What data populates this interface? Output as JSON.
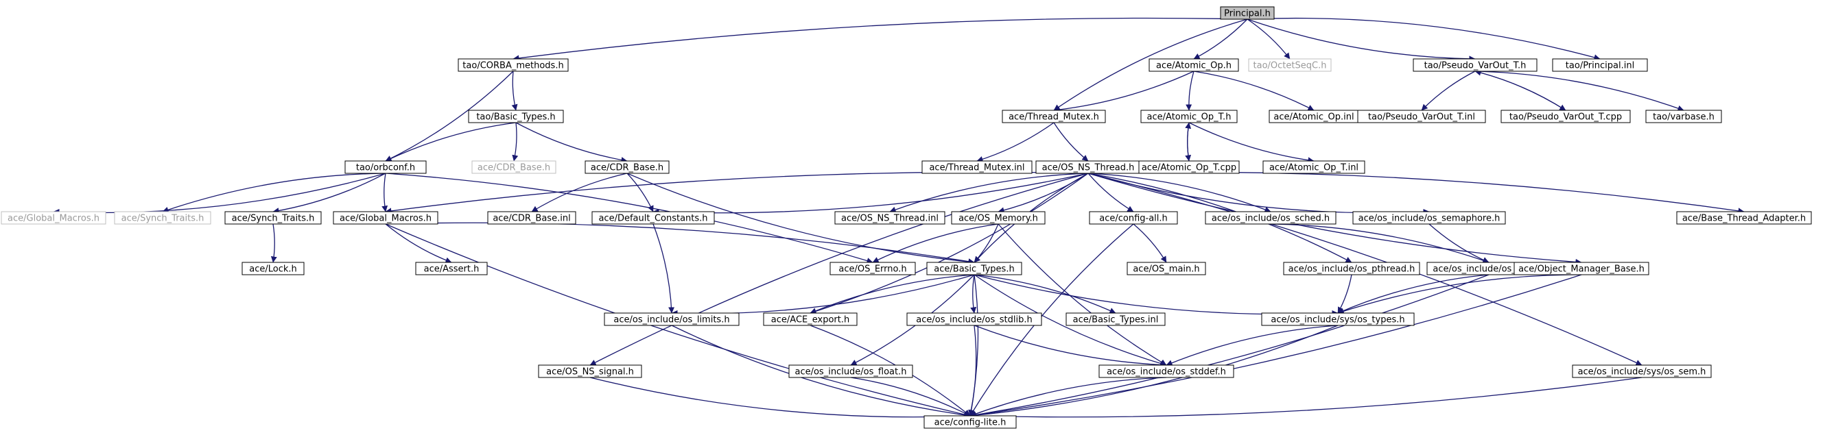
{
  "diagram": {
    "colors": {
      "edge": "#191970",
      "root_fill": "#bfbfbf",
      "node_border": "#000000",
      "missing_border": "#bfbfbf",
      "truncated_border": "#ff0000"
    },
    "nodes": [
      {
        "id": "principal_h",
        "label": "Principal.h",
        "kind": "root"
      },
      {
        "id": "tao_corba_methods_h",
        "label": "tao/CORBA_methods.h",
        "kind": "normal"
      },
      {
        "id": "ace_atomic_op_h",
        "label": "ace/Atomic_Op.h",
        "kind": "normal"
      },
      {
        "id": "tao_octetseqc_h",
        "label": "tao/OctetSeqC.h",
        "kind": "missing"
      },
      {
        "id": "tao_pseudo_varout_t_h",
        "label": "tao/Pseudo_VarOut_T.h",
        "kind": "normal"
      },
      {
        "id": "tao_principal_inl",
        "label": "tao/Principal.inl",
        "kind": "normal"
      },
      {
        "id": "tao_basic_types_h",
        "label": "tao/Basic_Types.h",
        "kind": "normal"
      },
      {
        "id": "ace_thread_mutex_h",
        "label": "ace/Thread_Mutex.h",
        "kind": "normal"
      },
      {
        "id": "ace_atomic_op_t_h",
        "label": "ace/Atomic_Op_T.h",
        "kind": "normal"
      },
      {
        "id": "ace_atomic_op_inl",
        "label": "ace/Atomic_Op.inl",
        "kind": "normal"
      },
      {
        "id": "tao_pseudo_varout_t_inl",
        "label": "tao/Pseudo_VarOut_T.inl",
        "kind": "normal"
      },
      {
        "id": "tao_pseudo_varout_t_cpp",
        "label": "tao/Pseudo_VarOut_T.cpp",
        "kind": "normal"
      },
      {
        "id": "tao_varbase_h",
        "label": "tao/varbase.h",
        "kind": "normal"
      },
      {
        "id": "tao_orbconf_h",
        "label": "tao/orbconf.h",
        "kind": "normal"
      },
      {
        "id": "ace_cdr_base_h_missing",
        "label": "ace/CDR_Base.h",
        "kind": "missing"
      },
      {
        "id": "ace_cdr_base_h",
        "label": "ace/CDR_Base.h",
        "kind": "normal"
      },
      {
        "id": "ace_thread_mutex_inl",
        "label": "ace/Thread_Mutex.inl",
        "kind": "normal"
      },
      {
        "id": "ace_os_ns_thread_h",
        "label": "ace/OS_NS_Thread.h",
        "kind": "normal"
      },
      {
        "id": "ace_atomic_op_t_cpp",
        "label": "ace/Atomic_Op_T.cpp",
        "kind": "normal"
      },
      {
        "id": "ace_atomic_op_t_inl",
        "label": "ace/Atomic_Op_T.inl",
        "kind": "truncated"
      },
      {
        "id": "ace_global_macros_h_missing",
        "label": "ace/Global_Macros.h",
        "kind": "missing"
      },
      {
        "id": "ace_synch_traits_h_missing",
        "label": "ace/Synch_Traits.h",
        "kind": "missing"
      },
      {
        "id": "ace_synch_traits_h",
        "label": "ace/Synch_Traits.h",
        "kind": "normal"
      },
      {
        "id": "ace_global_macros_h",
        "label": "ace/Global_Macros.h",
        "kind": "normal"
      },
      {
        "id": "ace_cdr_base_inl",
        "label": "ace/CDR_Base.inl",
        "kind": "normal"
      },
      {
        "id": "ace_default_constants_h",
        "label": "ace/Default_Constants.h",
        "kind": "normal"
      },
      {
        "id": "ace_os_ns_thread_inl",
        "label": "ace/OS_NS_Thread.inl",
        "kind": "truncated"
      },
      {
        "id": "ace_os_memory_h",
        "label": "ace/OS_Memory.h",
        "kind": "truncated"
      },
      {
        "id": "ace_config_all_h",
        "label": "ace/config-all.h",
        "kind": "normal"
      },
      {
        "id": "ace_os_include_os_sched_h",
        "label": "ace/os_include/os_sched.h",
        "kind": "normal"
      },
      {
        "id": "ace_os_include_os_semaphore_h",
        "label": "ace/os_include/os_semaphore.h",
        "kind": "normal"
      },
      {
        "id": "ace_base_thread_adapter_h",
        "label": "ace/Base_Thread_Adapter.h",
        "kind": "truncated"
      },
      {
        "id": "ace_lock_h",
        "label": "ace/Lock.h",
        "kind": "truncated"
      },
      {
        "id": "ace_assert_h",
        "label": "ace/Assert.h",
        "kind": "normal"
      },
      {
        "id": "ace_os_errno_h",
        "label": "ace/OS_Errno.h",
        "kind": "truncated"
      },
      {
        "id": "ace_basic_types_h",
        "label": "ace/Basic_Types.h",
        "kind": "normal"
      },
      {
        "id": "ace_os_main_h",
        "label": "ace/OS_main.h",
        "kind": "normal"
      },
      {
        "id": "ace_os_include_os_pthread_h",
        "label": "ace/os_include/os_pthread.h",
        "kind": "normal"
      },
      {
        "id": "ace_os_include_os_time_h",
        "label": "ace/os_include/os_time.h",
        "kind": "normal"
      },
      {
        "id": "ace_object_manager_base_h",
        "label": "ace/Object_Manager_Base.h",
        "kind": "truncated"
      },
      {
        "id": "ace_os_include_os_limits_h",
        "label": "ace/os_include/os_limits.h",
        "kind": "truncated"
      },
      {
        "id": "ace_ace_export_h",
        "label": "ace/ACE_export.h",
        "kind": "normal"
      },
      {
        "id": "ace_os_include_os_stdlib_h",
        "label": "ace/os_include/os_stdlib.h",
        "kind": "truncated"
      },
      {
        "id": "ace_basic_types_inl",
        "label": "ace/Basic_Types.inl",
        "kind": "normal"
      },
      {
        "id": "ace_os_include_sys_os_types_h",
        "label": "ace/os_include/sys/os_types.h",
        "kind": "normal"
      },
      {
        "id": "ace_os_ns_signal_h",
        "label": "ace/OS_NS_signal.h",
        "kind": "truncated"
      },
      {
        "id": "ace_os_include_os_float_h",
        "label": "ace/os_include/os_float.h",
        "kind": "normal"
      },
      {
        "id": "ace_os_include_os_stddef_h",
        "label": "ace/os_include/os_stddef.h",
        "kind": "normal"
      },
      {
        "id": "ace_os_include_sys_os_sem_h",
        "label": "ace/os_include/sys/os_sem.h",
        "kind": "truncated"
      },
      {
        "id": "ace_config_lite_h",
        "label": "ace/config-lite.h",
        "kind": "truncated"
      }
    ],
    "edges": [
      [
        "principal_h",
        "tao_corba_methods_h"
      ],
      [
        "principal_h",
        "ace_atomic_op_h"
      ],
      [
        "principal_h",
        "ace_thread_mutex_h"
      ],
      [
        "principal_h",
        "tao_octetseqc_h"
      ],
      [
        "principal_h",
        "tao_pseudo_varout_t_h"
      ],
      [
        "principal_h",
        "tao_principal_inl"
      ],
      [
        "tao_corba_methods_h",
        "tao_basic_types_h"
      ],
      [
        "tao_corba_methods_h",
        "tao_orbconf_h"
      ],
      [
        "tao_basic_types_h",
        "tao_orbconf_h"
      ],
      [
        "tao_basic_types_h",
        "ace_cdr_base_h_missing"
      ],
      [
        "tao_basic_types_h",
        "ace_cdr_base_h"
      ],
      [
        "ace_atomic_op_h",
        "ace_thread_mutex_h"
      ],
      [
        "ace_atomic_op_h",
        "ace_atomic_op_t_h"
      ],
      [
        "ace_atomic_op_h",
        "ace_atomic_op_inl"
      ],
      [
        "tao_pseudo_varout_t_h",
        "tao_pseudo_varout_t_inl"
      ],
      [
        "tao_pseudo_varout_t_h",
        "tao_pseudo_varout_t_cpp"
      ],
      [
        "tao_pseudo_varout_t_cpp",
        "tao_pseudo_varout_t_h"
      ],
      [
        "tao_pseudo_varout_t_h",
        "tao_varbase_h"
      ],
      [
        "ace_atomic_op_t_h",
        "ace_atomic_op_t_cpp"
      ],
      [
        "ace_atomic_op_t_cpp",
        "ace_atomic_op_t_h"
      ],
      [
        "ace_atomic_op_t_h",
        "ace_atomic_op_t_inl"
      ],
      [
        "ace_thread_mutex_h",
        "ace_thread_mutex_inl"
      ],
      [
        "ace_thread_mutex_h",
        "ace_os_ns_thread_h"
      ],
      [
        "tao_orbconf_h",
        "ace_global_macros_h_missing"
      ],
      [
        "tao_orbconf_h",
        "ace_synch_traits_h_missing"
      ],
      [
        "tao_orbconf_h",
        "ace_synch_traits_h"
      ],
      [
        "tao_orbconf_h",
        "ace_global_macros_h"
      ],
      [
        "tao_orbconf_h",
        "ace_os_errno_h"
      ],
      [
        "ace_cdr_base_h",
        "ace_cdr_base_inl"
      ],
      [
        "ace_cdr_base_h",
        "ace_default_constants_h"
      ],
      [
        "ace_cdr_base_h",
        "ace_basic_types_h"
      ],
      [
        "ace_synch_traits_h",
        "ace_lock_h"
      ],
      [
        "ace_global_macros_h",
        "ace_assert_h"
      ],
      [
        "ace_global_macros_h",
        "ace_basic_types_h"
      ],
      [
        "ace_global_macros_h",
        "ace_config_lite_h"
      ],
      [
        "ace_default_constants_h",
        "ace_os_include_os_limits_h"
      ],
      [
        "ace_os_ns_thread_h",
        "ace_global_macros_h"
      ],
      [
        "ace_os_ns_thread_h",
        "ace_default_constants_h"
      ],
      [
        "ace_os_ns_thread_h",
        "ace_os_ns_thread_inl"
      ],
      [
        "ace_os_ns_thread_h",
        "ace_os_memory_h"
      ],
      [
        "ace_os_ns_thread_h",
        "ace_config_all_h"
      ],
      [
        "ace_os_ns_thread_h",
        "ace_os_include_os_sched_h"
      ],
      [
        "ace_os_ns_thread_h",
        "ace_os_include_os_semaphore_h"
      ],
      [
        "ace_os_ns_thread_h",
        "ace_base_thread_adapter_h"
      ],
      [
        "ace_os_ns_thread_h",
        "ace_basic_types_h"
      ],
      [
        "ace_os_ns_thread_h",
        "ace_ace_export_h"
      ],
      [
        "ace_os_ns_thread_h",
        "ace_os_ns_signal_h"
      ],
      [
        "ace_os_ns_thread_h",
        "ace_os_include_os_pthread_h"
      ],
      [
        "ace_os_ns_thread_h",
        "ace_object_manager_base_h"
      ],
      [
        "ace_os_ns_thread_h",
        "ace_os_include_sys_os_sem_h"
      ],
      [
        "ace_os_memory_h",
        "ace_os_errno_h"
      ],
      [
        "ace_os_memory_h",
        "ace_basic_types_h"
      ],
      [
        "ace_os_memory_h",
        "ace_os_include_os_stddef_h"
      ],
      [
        "ace_config_all_h",
        "ace_os_main_h"
      ],
      [
        "ace_config_all_h",
        "ace_config_lite_h"
      ],
      [
        "ace_os_include_os_sched_h",
        "ace_os_include_os_time_h"
      ],
      [
        "ace_os_include_os_semaphore_h",
        "ace_os_include_os_time_h"
      ],
      [
        "ace_basic_types_h",
        "ace_os_include_os_limits_h"
      ],
      [
        "ace_basic_types_h",
        "ace_ace_export_h"
      ],
      [
        "ace_basic_types_h",
        "ace_os_include_os_float_h"
      ],
      [
        "ace_basic_types_h",
        "ace_os_include_os_stdlib_h"
      ],
      [
        "ace_basic_types_h",
        "ace_basic_types_inl"
      ],
      [
        "ace_basic_types_h",
        "ace_os_include_sys_os_types_h"
      ],
      [
        "ace_basic_types_h",
        "ace_config_lite_h"
      ],
      [
        "ace_basic_types_h",
        "ace_os_include_os_stddef_h"
      ],
      [
        "ace_os_include_os_pthread_h",
        "ace_os_include_sys_os_types_h"
      ],
      [
        "ace_os_include_os_time_h",
        "ace_os_include_sys_os_types_h"
      ],
      [
        "ace_os_include_os_time_h",
        "ace_config_lite_h"
      ],
      [
        "ace_object_manager_base_h",
        "ace_os_include_sys_os_types_h"
      ],
      [
        "ace_object_manager_base_h",
        "ace_config_lite_h"
      ],
      [
        "ace_os_include_os_limits_h",
        "ace_config_lite_h"
      ],
      [
        "ace_ace_export_h",
        "ace_config_lite_h"
      ],
      [
        "ace_os_include_os_stdlib_h",
        "ace_os_include_os_stddef_h"
      ],
      [
        "ace_os_include_os_stdlib_h",
        "ace_config_lite_h"
      ],
      [
        "ace_os_include_sys_os_types_h",
        "ace_os_include_os_stddef_h"
      ],
      [
        "ace_os_include_sys_os_types_h",
        "ace_config_lite_h"
      ],
      [
        "ace_os_ns_signal_h",
        "ace_config_lite_h"
      ],
      [
        "ace_os_include_os_float_h",
        "ace_config_lite_h"
      ],
      [
        "ace_os_include_os_stddef_h",
        "ace_config_lite_h"
      ],
      [
        "ace_os_include_sys_os_sem_h",
        "ace_config_lite_h"
      ]
    ]
  }
}
